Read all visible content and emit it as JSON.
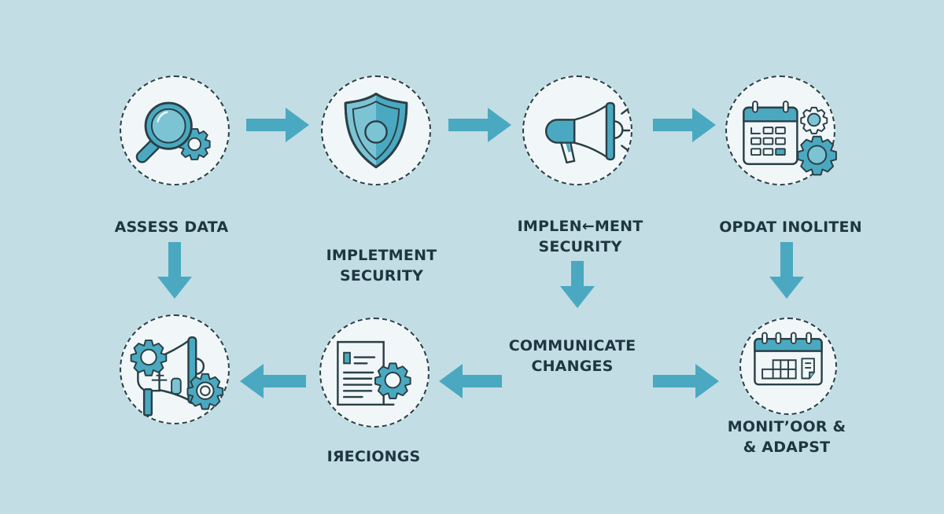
{
  "colors": {
    "background": "#c2dde4",
    "node_fill": "#f1f7f8",
    "outline": "#2a3f47",
    "accent": "#4aa9c0",
    "accent_light": "#7cc4d4",
    "text": "#1f3640"
  },
  "nodes": [
    {
      "id": "assess-data",
      "icon": "magnifier-gear-icon",
      "label": [
        "ASSESS DATA"
      ]
    },
    {
      "id": "implement-security-1",
      "icon": "shield-icon",
      "label": [
        "IMPLETMENT",
        "SECURITY"
      ]
    },
    {
      "id": "implement-security-2",
      "icon": "megaphone-icon",
      "label": [
        "IMPLEN←MENT",
        "SECURITY"
      ]
    },
    {
      "id": "update-policies",
      "icon": "calendar-gears-icon",
      "label": [
        "OPDAT INOLITEN"
      ]
    },
    {
      "id": "monitor-adapt",
      "icon": "calendar-note-icon",
      "label": [
        "MONIT’OOR &",
        "& ADAPST"
      ]
    },
    {
      "id": "communicate-changes",
      "icon": "none",
      "label": [
        "COMMUNICATE",
        "CHANGES"
      ]
    },
    {
      "id": "iecions",
      "icon": "document-gear-icon",
      "label": [
        "IЯECIONGS"
      ]
    },
    {
      "id": "megaphone-gears",
      "icon": "megaphone-gears-icon",
      "label": []
    }
  ],
  "arrows": [
    {
      "from": "assess-data",
      "to": "implement-security-1",
      "direction": "right"
    },
    {
      "from": "implement-security-1",
      "to": "implement-security-2",
      "direction": "right"
    },
    {
      "from": "implement-security-2",
      "to": "update-policies",
      "direction": "right"
    },
    {
      "from": "assess-data",
      "to": "megaphone-gears",
      "direction": "down"
    },
    {
      "from": "implement-security-2",
      "to": "communicate-changes",
      "direction": "down"
    },
    {
      "from": "update-policies",
      "to": "monitor-adapt",
      "direction": "down"
    },
    {
      "from": "communicate-changes",
      "to": "monitor-adapt",
      "direction": "right"
    },
    {
      "from": "communicate-changes",
      "to": "iecions",
      "direction": "left"
    },
    {
      "from": "iecions",
      "to": "megaphone-gears",
      "direction": "left"
    }
  ]
}
